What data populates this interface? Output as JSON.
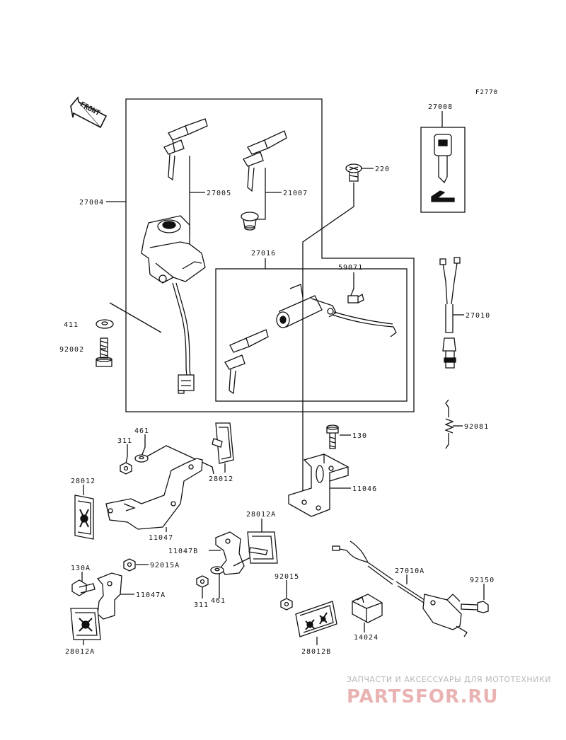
{
  "figure_code": "F2770",
  "front_label": "FRONT",
  "part_numbers": {
    "p27004": "27004",
    "p27005": "27005",
    "p21007": "21007",
    "p220": "220",
    "p27008": "27008",
    "p27016": "27016",
    "p59071": "59071",
    "p27010": "27010",
    "p411": "411",
    "p92002": "92002",
    "p92081": "92081",
    "p461a": "461",
    "p311a": "311",
    "p28012a": "28012",
    "p28012b": "28012",
    "p130": "130",
    "p11046": "11046",
    "p11047": "11047",
    "p28012A_top": "28012A",
    "p11047B": "11047B",
    "p130A": "130A",
    "p92015A": "92015A",
    "p11047A": "11047A",
    "p92015": "92015",
    "p27010A": "27010A",
    "p92150": "92150",
    "p311b": "311",
    "p461b": "461",
    "p14024": "14024",
    "p28012A_bot": "28012A",
    "p28012B": "28012B"
  },
  "watermark": {
    "tagline": "ЗАПЧАСТИ И АКСЕССУАРЫ ДЛЯ МОТОТЕХНИКИ",
    "brand": "PARTSFOR.RU"
  }
}
